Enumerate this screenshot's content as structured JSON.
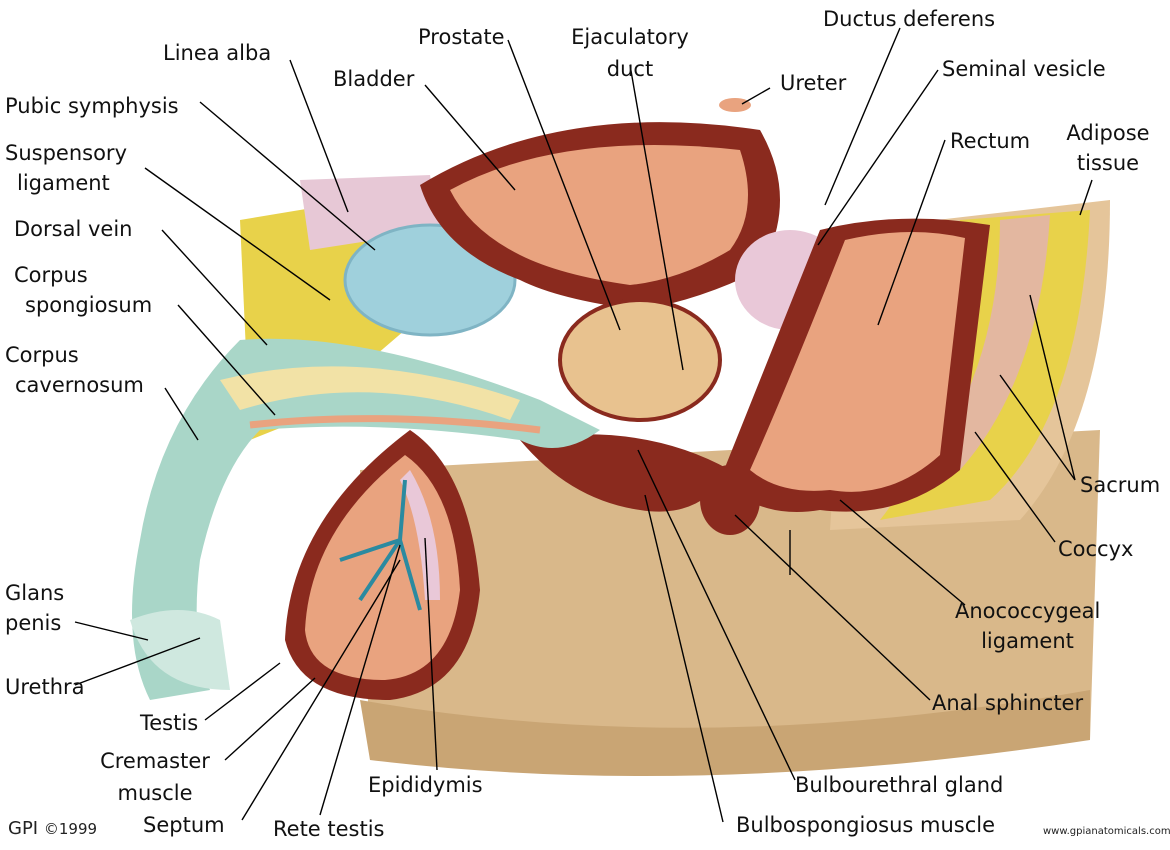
{
  "labels": {
    "linea_alba": "Linea alba",
    "prostate": "Prostate",
    "ejaculatory_duct_1": "Ejaculatory",
    "ejaculatory_duct_2": "duct",
    "ductus_deferens": "Ductus deferens",
    "ureter": "Ureter",
    "seminal_vesicle": "Seminal vesicle",
    "bladder": "Bladder",
    "pubic_symphysis": "Pubic symphysis",
    "suspensory_1": "Suspensory",
    "suspensory_2": "ligament",
    "rectum": "Rectum",
    "adipose_1": "Adipose",
    "adipose_2": "tissue",
    "dorsal_vein": "Dorsal vein",
    "corpus_spong_1": "Corpus",
    "corpus_spong_2": "spongiosum",
    "corpus_cav_1": "Corpus",
    "corpus_cav_2": "cavernosum",
    "sacrum": "Sacrum",
    "coccyx": "Coccyx",
    "glans_1": "Glans",
    "glans_2": "penis",
    "anococcygeal_1": "Anococcygeal",
    "anococcygeal_2": "ligament",
    "urethra": "Urethra",
    "anal_sphincter": "Anal sphincter",
    "testis": "Testis",
    "cremaster_1": "Cremaster",
    "cremaster_2": "muscle",
    "epididymis": "Epididymis",
    "bulbourethral": "Bulbourethral gland",
    "septum": "Septum",
    "rete_testis": "Rete testis",
    "bulbospongiosus": "Bulbospongiosus muscle"
  },
  "credit": {
    "gpi": "GPI",
    "copyright": "©1999",
    "website": "www.gpianatomicals.com"
  },
  "colors": {
    "base": "#d9b88a",
    "muscle": "#8a2a1e",
    "tissue_pink": "#e9a37f",
    "adipose": "#e8d24a",
    "erectile": "#a9d6c8",
    "ligament_blue": "#9fd0dc",
    "vesicle": "#e9c8d8"
  }
}
